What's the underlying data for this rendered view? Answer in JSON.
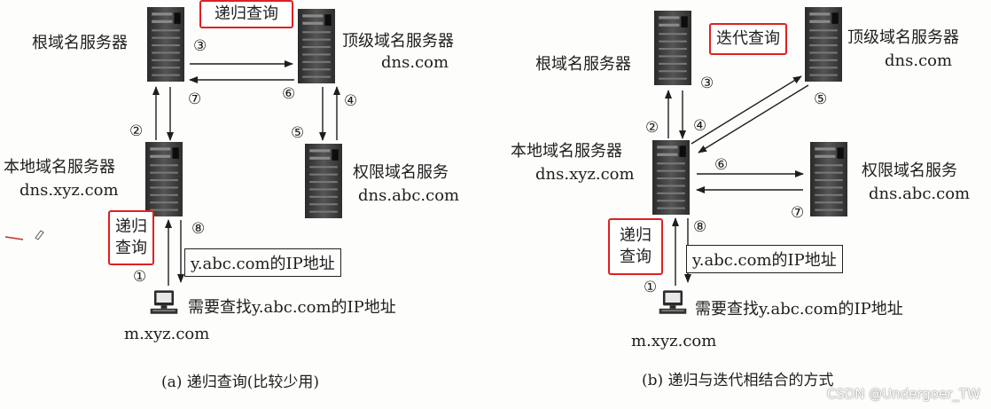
{
  "panel_a": {
    "tag": "递归查询",
    "root_server": "根域名服务器",
    "tld_server": [
      "顶级域名服务器",
      "dns.com"
    ],
    "local_server": [
      "本地域名服务器",
      "dns.xyz.com"
    ],
    "auth_server": [
      "权限域名服务",
      "dns.abc.com"
    ],
    "client_tag": [
      "递归",
      "查询"
    ],
    "client_host": "m.xyz.com",
    "request_text": "需要查找y.abc.com的IP地址",
    "reply_text": "y.abc.com的IP地址",
    "caption": "(a) 递归查询(比较少用)",
    "steps": [
      "①",
      "②",
      "③",
      "④",
      "⑤",
      "⑥",
      "⑦",
      "⑧"
    ]
  },
  "panel_b": {
    "tag": "迭代查询",
    "root_server": "根域名服务器",
    "tld_server": [
      "顶级域名服务器",
      "dns.com"
    ],
    "local_server": [
      "本地域名服务器",
      "dns.xyz.com"
    ],
    "auth_server": [
      "权限域名服务",
      "dns.abc.com"
    ],
    "client_tag": [
      "递归",
      "查询"
    ],
    "client_host": "m.xyz.com",
    "request_text": "需要查找y.abc.com的IP地址",
    "reply_text": "y.abc.com的IP地址",
    "caption": "(b) 递归与迭代相结合的方式",
    "steps": [
      "①",
      "②",
      "③",
      "④",
      "⑤",
      "⑥",
      "⑦",
      "⑧"
    ]
  },
  "watermark": "CSDN @Undergoer_TW"
}
